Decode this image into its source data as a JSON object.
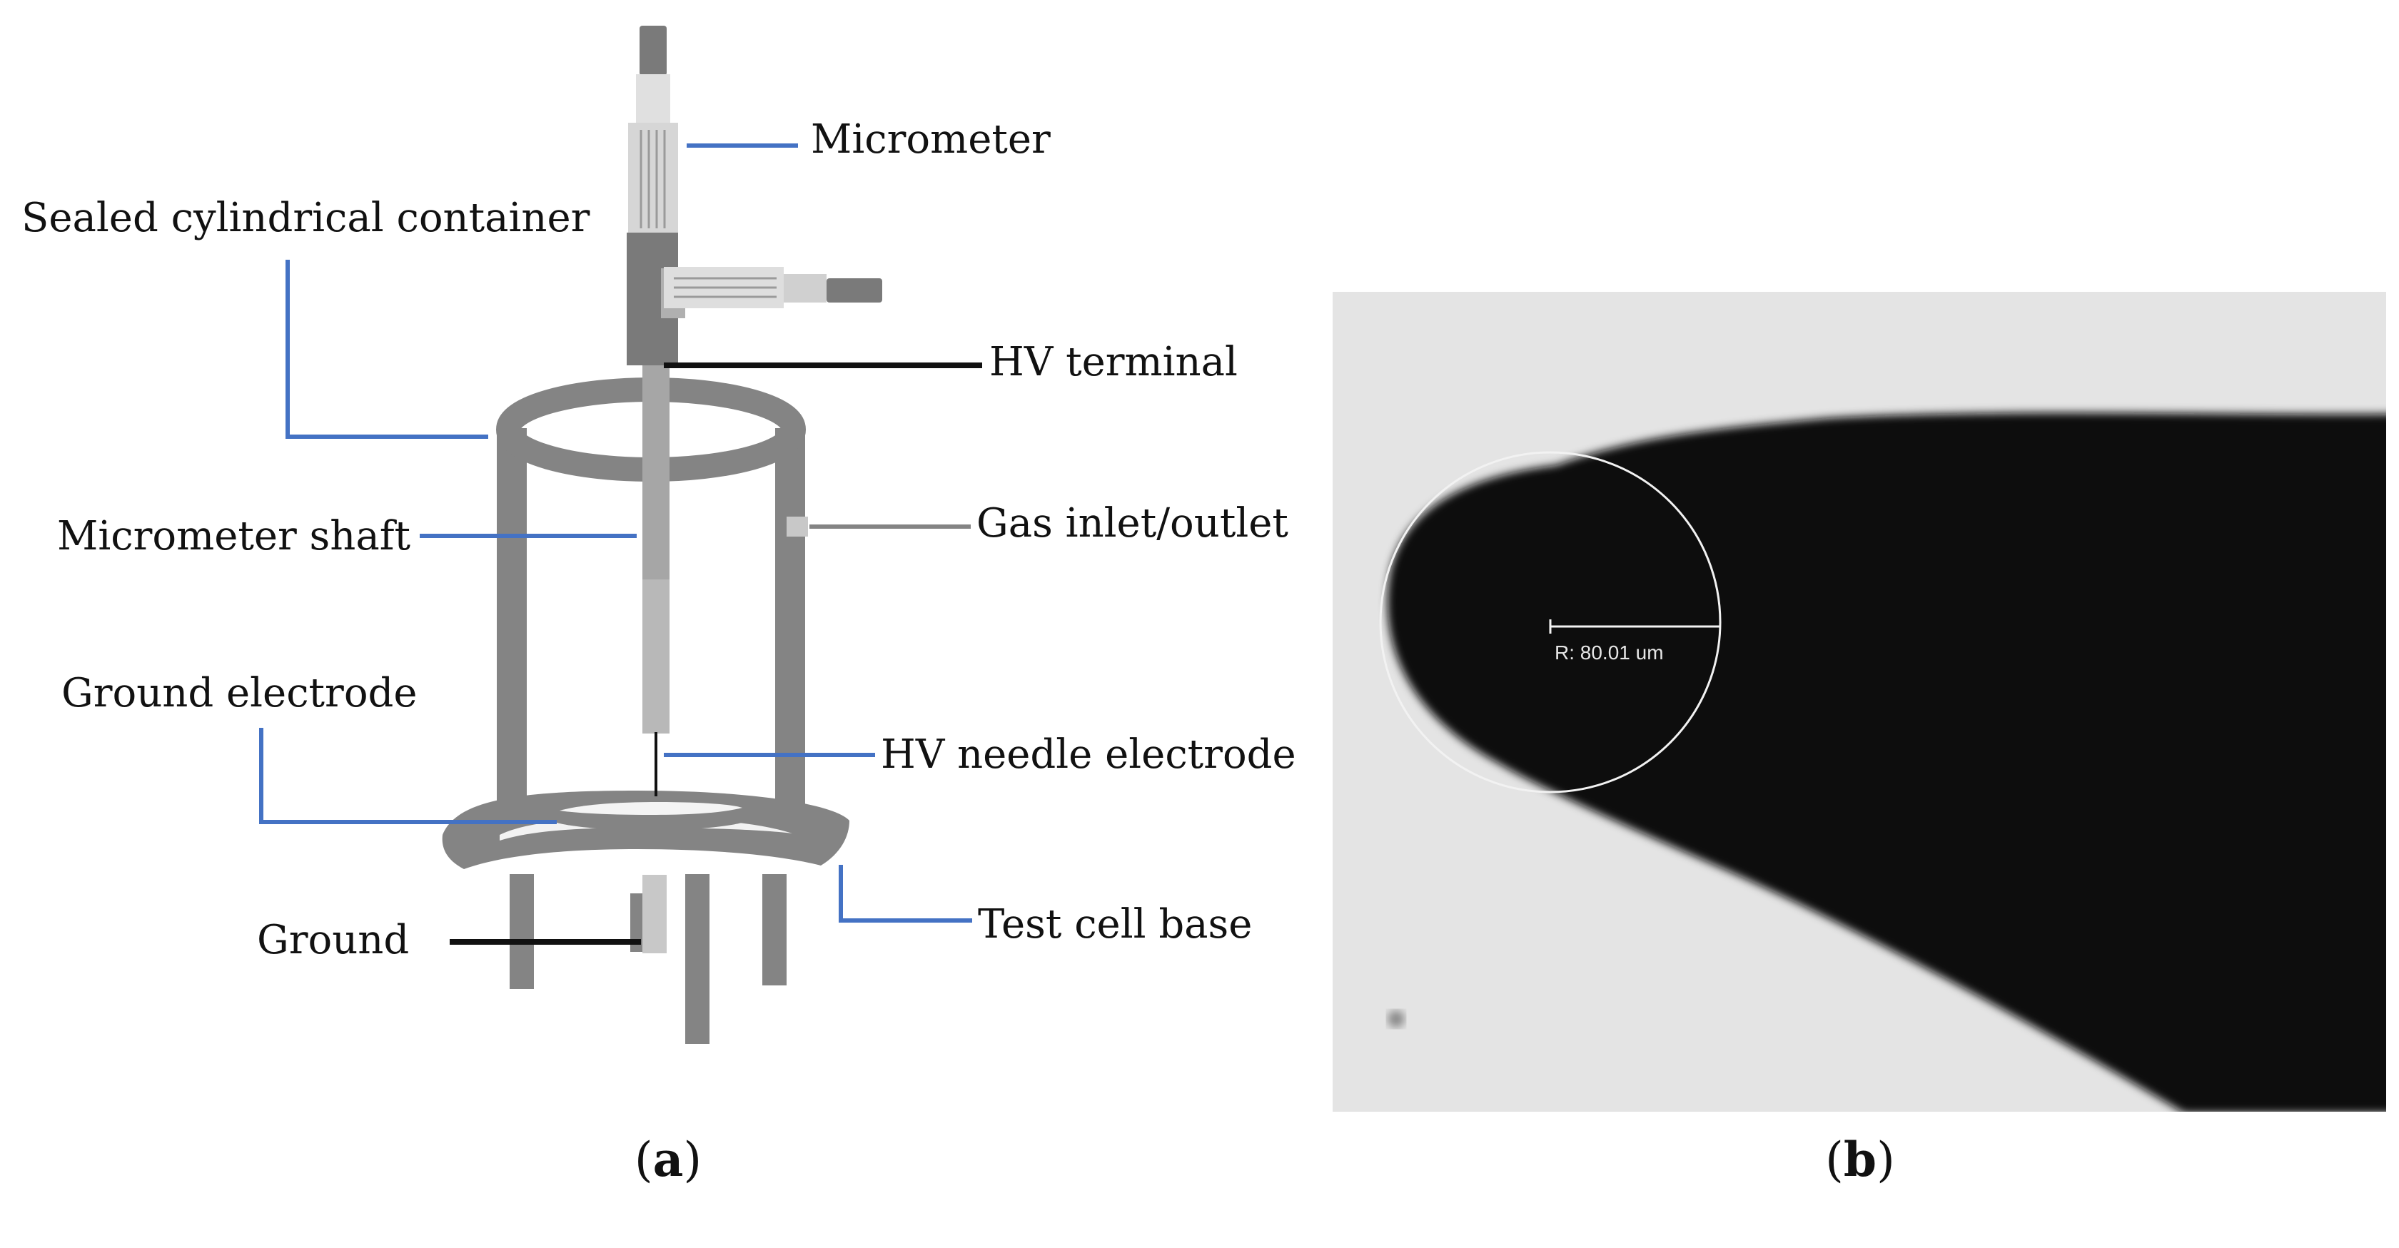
{
  "panel_a": {
    "labels": {
      "micrometer": "Micrometer",
      "sealed_container": "Sealed cylindrical container",
      "hv_terminal": "HV terminal",
      "micrometer_shaft": "Micrometer shaft",
      "gas_inlet": "Gas inlet/outlet",
      "ground_electrode": "Ground electrode",
      "hv_needle": "HV needle electrode",
      "test_cell_base": "Test cell base",
      "ground": "Ground"
    },
    "caption": {
      "open": "(",
      "letter": "a",
      "close": ")"
    }
  },
  "panel_b": {
    "measurement": "R: 80.01 um",
    "caption": {
      "open": "(",
      "letter": "b",
      "close": ")"
    }
  },
  "colors": {
    "device_gray": "#848484",
    "light_gray": "#d8d8d8",
    "leader_blue": "#4472c4",
    "leader_black": "#111111",
    "photo_background": "#e4e4e4",
    "needle_black": "#0a0a0a"
  }
}
